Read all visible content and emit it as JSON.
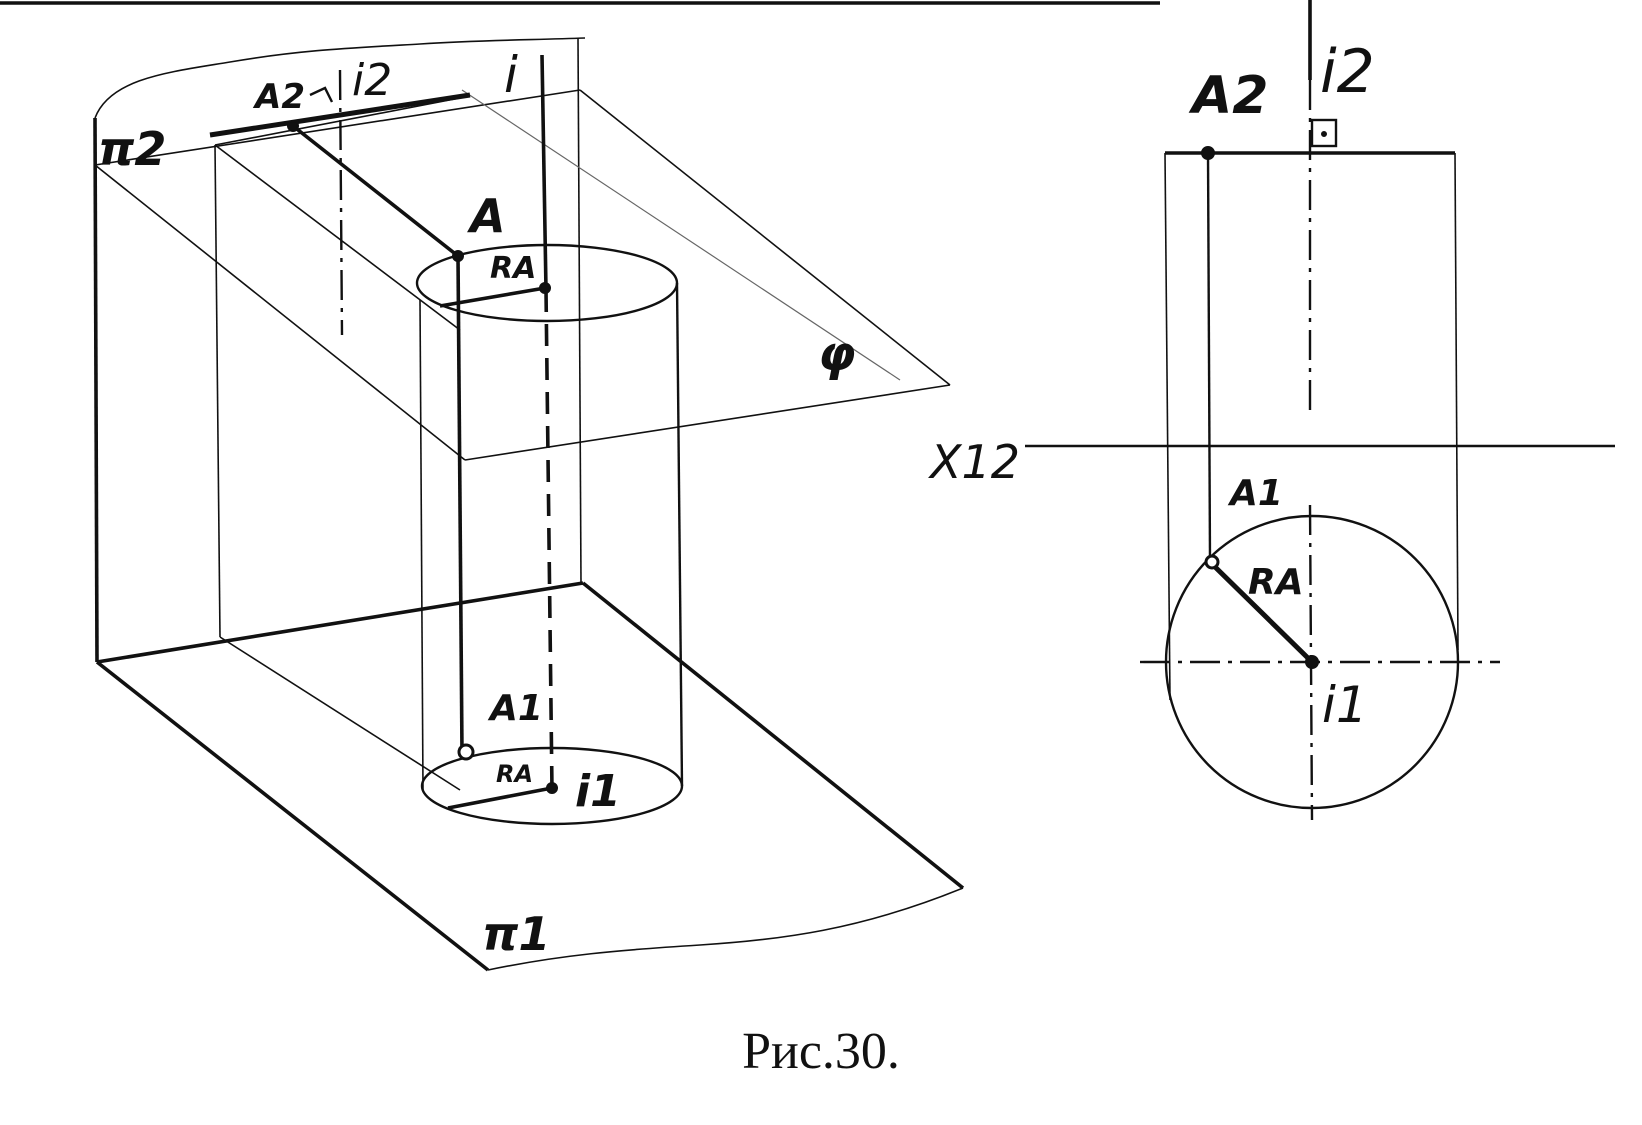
{
  "caption": "Рис.30.",
  "left_view": {
    "plane_pi2": "π2",
    "plane_pi1": "π1",
    "point_A2": "A2",
    "axis_i2": "i2",
    "axis_i": "i",
    "point_A": "A",
    "radius_top": "RA",
    "plane_phi": "φ",
    "point_A1": "A1",
    "radius_bottom": "RA",
    "axis_i1": "i1"
  },
  "right_view": {
    "point_A2": "A2",
    "axis_i2": "i2",
    "axis_x12": "X12",
    "point_A1": "A1",
    "radius": "RA",
    "axis_i1": "i1"
  }
}
